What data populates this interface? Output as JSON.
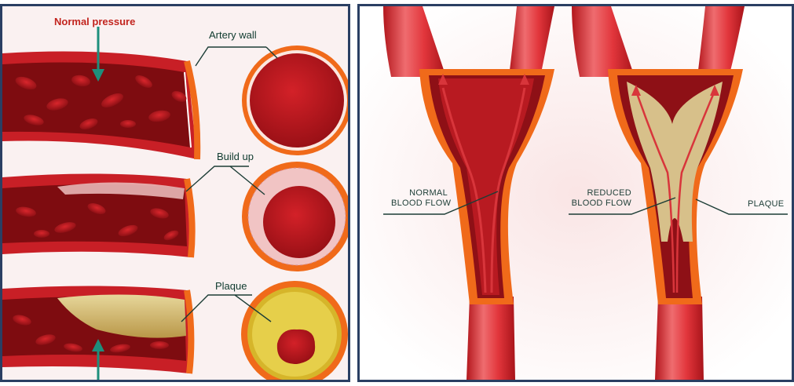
{
  "left_panel": {
    "labels": {
      "normal_pressure": "Normal pressure",
      "artery_wall": "Artery wall",
      "build_up": "Build up",
      "plaque": "Plaque"
    }
  },
  "right_panel": {
    "labels": {
      "normal_flow_line1": "NORMAL",
      "normal_flow_line2": "BLOOD FLOW",
      "reduced_flow_line1": "REDUCED",
      "reduced_flow_line2": "BLOOD FLOW",
      "plaque": "PLAQUE"
    }
  },
  "colors": {
    "frame": "#2a3f63",
    "artery_red": "#d3242a",
    "artery_dark": "#8c0f14",
    "wall_orange": "#f06a1a",
    "plaque_tan": "#d7c08a",
    "plaque_yellow": "#e2c23a",
    "pointer_green": "#1e8f7c",
    "label_dark": "#0e3a2e"
  }
}
